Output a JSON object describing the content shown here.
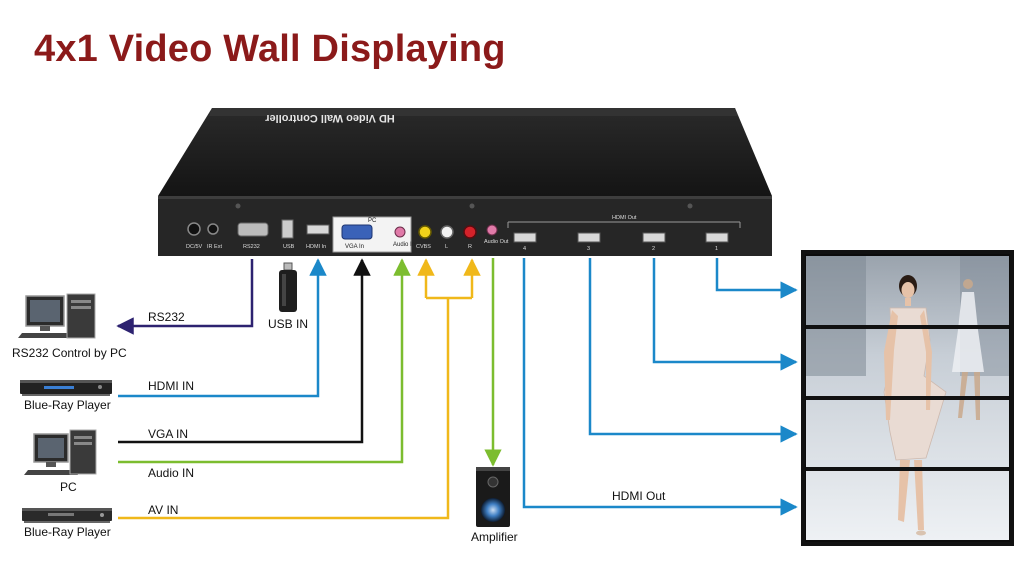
{
  "title": "4x1 Video Wall Displaying",
  "controller": {
    "top_label": "HD Video Wall Controller",
    "ports": {
      "dc": "DC/5V",
      "ir": "IR Ext",
      "rs232": "RS232",
      "usb": "USB",
      "hdmi_in": "HDMI In",
      "pc_group": "PC",
      "vga_in": "VGA In",
      "audio_in": "Audio In",
      "cvbs": "CVBS",
      "l": "L",
      "r": "R",
      "audio_out": "Audio Out",
      "hdmi_out_group": "HDMI Out",
      "out4": "4",
      "out3": "3",
      "out2": "2",
      "out1": "1"
    }
  },
  "devices": {
    "pc_rs232": "RS232 Control by PC",
    "bluray_hdmi": "Blue-Ray Player",
    "pc_vga": "PC",
    "bluray_av": "Blue-Ray Player",
    "usb": "USB IN",
    "amplifier": "Amplifier"
  },
  "connections": {
    "rs232": "RS232",
    "hdmi_in": "HDMI IN",
    "vga_in": "VGA IN",
    "audio_in": "Audio IN",
    "av_in": "AV IN",
    "hdmi_out": "HDMI Out"
  },
  "colors": {
    "title": "#8b1a1a",
    "rs232": "#2d2270",
    "hdmi": "#1b88c9",
    "vga": "#111111",
    "audio": "#7cbd2f",
    "av": "#f0b81a"
  }
}
